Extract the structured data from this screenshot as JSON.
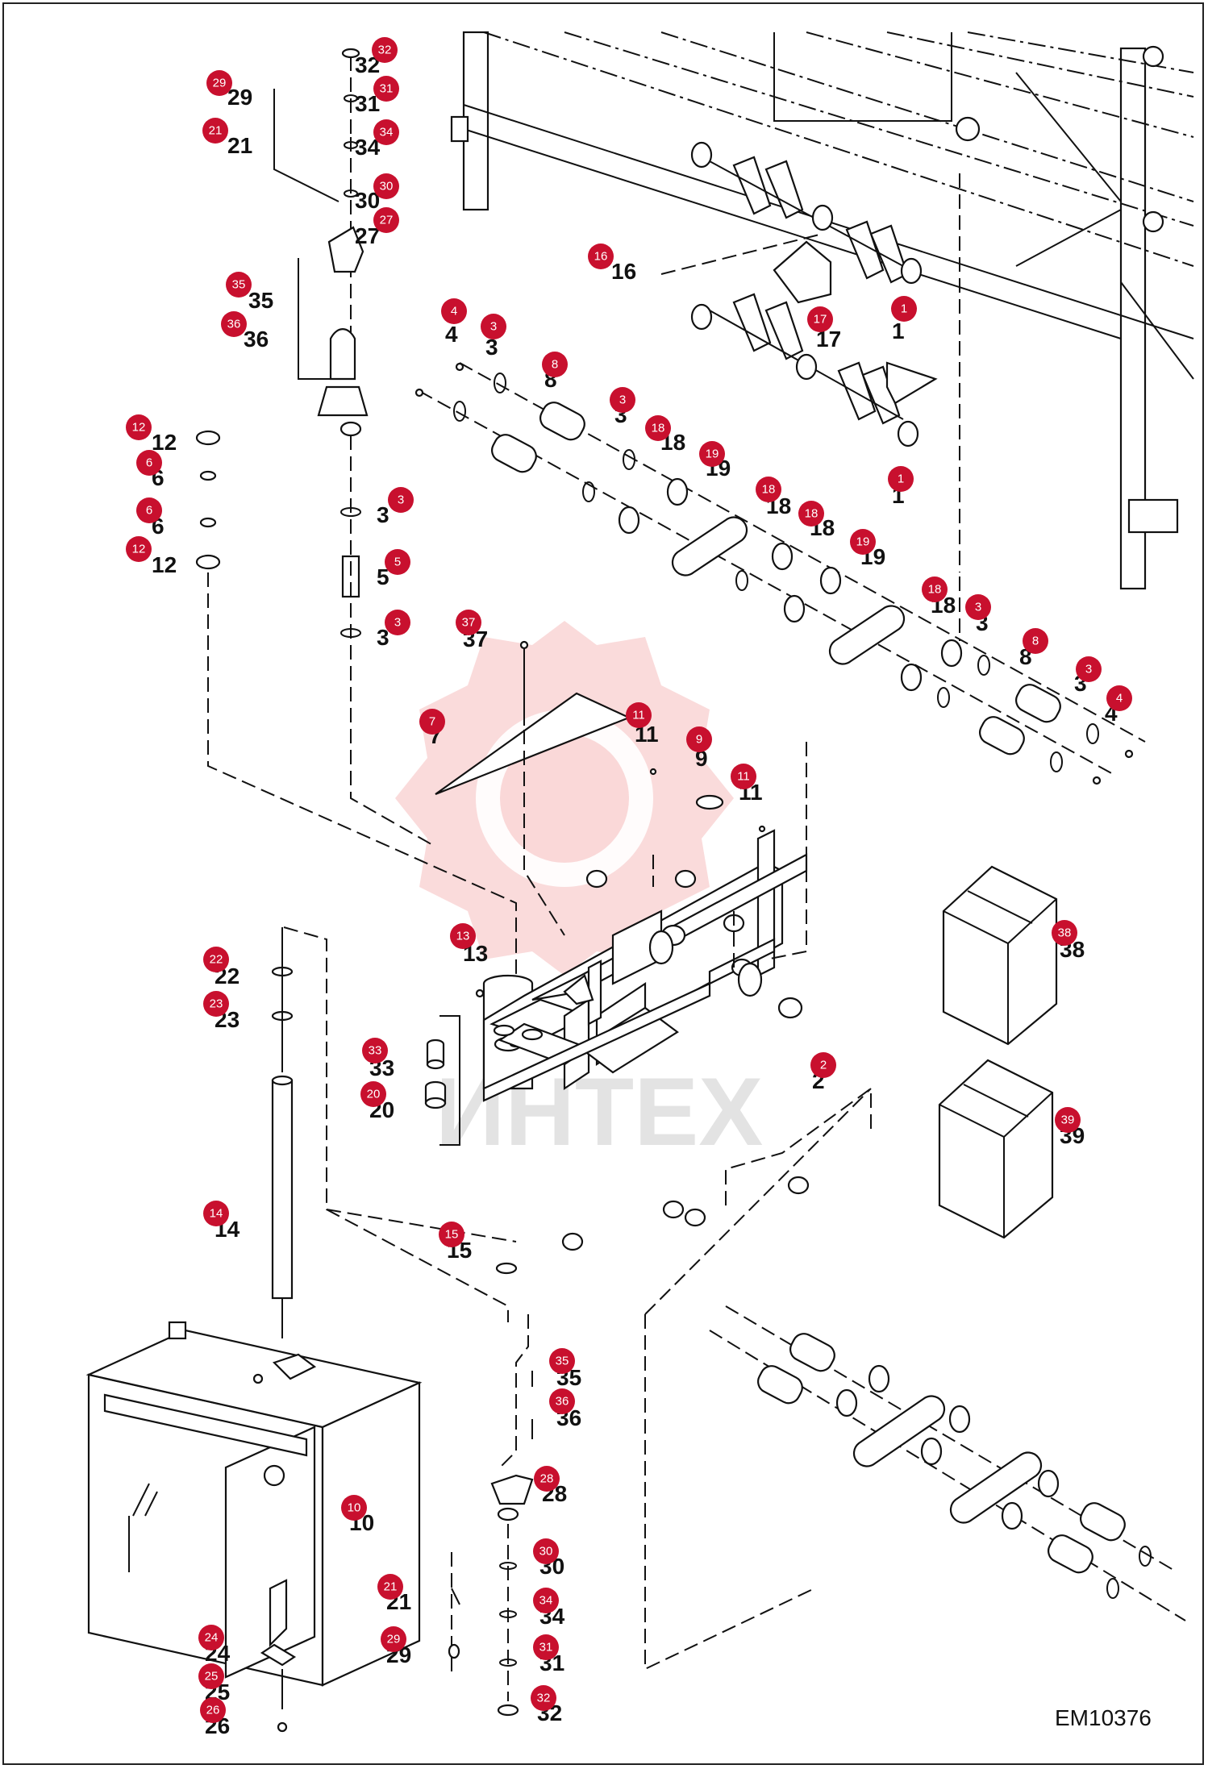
{
  "diagram_code": "EM10376",
  "watermark_text": "ИНТЕХ",
  "badge_color": "#c8102e",
  "callouts": [
    {
      "badge": "32",
      "label": "32"
    },
    {
      "badge": "29",
      "label": "29"
    },
    {
      "badge": "31",
      "label": "31"
    },
    {
      "badge": "21",
      "label": "21"
    },
    {
      "badge": "34",
      "label": "34"
    },
    {
      "badge": "30",
      "label": "30"
    },
    {
      "badge": "27",
      "label": "27"
    },
    {
      "badge": "35",
      "label": "35"
    },
    {
      "badge": "36",
      "label": "36"
    },
    {
      "badge": "16",
      "label": "16"
    },
    {
      "badge": "17",
      "label": "17"
    },
    {
      "badge": "1",
      "label": "1"
    },
    {
      "badge": "4",
      "label": "4"
    },
    {
      "badge": "3",
      "label": "3"
    },
    {
      "badge": "8",
      "label": "8"
    },
    {
      "badge": "3",
      "label": "3"
    },
    {
      "badge": "18",
      "label": "18"
    },
    {
      "badge": "19",
      "label": "19"
    },
    {
      "badge": "1",
      "label": "1"
    },
    {
      "badge": "12",
      "label": "12"
    },
    {
      "badge": "6",
      "label": "6"
    },
    {
      "badge": "6",
      "label": "6"
    },
    {
      "badge": "12",
      "label": "12"
    },
    {
      "badge": "3",
      "label": "3"
    },
    {
      "badge": "5",
      "label": "5"
    },
    {
      "badge": "3",
      "label": "3"
    },
    {
      "badge": "18",
      "label": "18"
    },
    {
      "badge": "18",
      "label": "18"
    },
    {
      "badge": "19",
      "label": "19"
    },
    {
      "badge": "18",
      "label": "18"
    },
    {
      "badge": "3",
      "label": "3"
    },
    {
      "badge": "8",
      "label": "8"
    },
    {
      "badge": "3",
      "label": "3"
    },
    {
      "badge": "4",
      "label": "4"
    },
    {
      "badge": "37",
      "label": "37"
    },
    {
      "badge": "7",
      "label": "7"
    },
    {
      "badge": "11",
      "label": "11"
    },
    {
      "badge": "9",
      "label": "9"
    },
    {
      "badge": "11",
      "label": "11"
    },
    {
      "badge": "38",
      "label": "38"
    },
    {
      "badge": "22",
      "label": "22"
    },
    {
      "badge": "13",
      "label": "13"
    },
    {
      "badge": "23",
      "label": "23"
    },
    {
      "badge": "33",
      "label": "33"
    },
    {
      "badge": "2",
      "label": "2"
    },
    {
      "badge": "20",
      "label": "20"
    },
    {
      "badge": "39",
      "label": "39"
    },
    {
      "badge": "14",
      "label": "14"
    },
    {
      "badge": "15",
      "label": "15"
    },
    {
      "badge": "35",
      "label": "35"
    },
    {
      "badge": "36",
      "label": "36"
    },
    {
      "badge": "10",
      "label": "10"
    },
    {
      "badge": "28",
      "label": "28"
    },
    {
      "badge": "30",
      "label": "30"
    },
    {
      "badge": "21",
      "label": "21"
    },
    {
      "badge": "34",
      "label": "34"
    },
    {
      "badge": "29",
      "label": "29"
    },
    {
      "badge": "31",
      "label": "31"
    },
    {
      "badge": "24",
      "label": "24"
    },
    {
      "badge": "25",
      "label": "25"
    },
    {
      "badge": "26",
      "label": "26"
    },
    {
      "badge": "32",
      "label": "32"
    }
  ]
}
